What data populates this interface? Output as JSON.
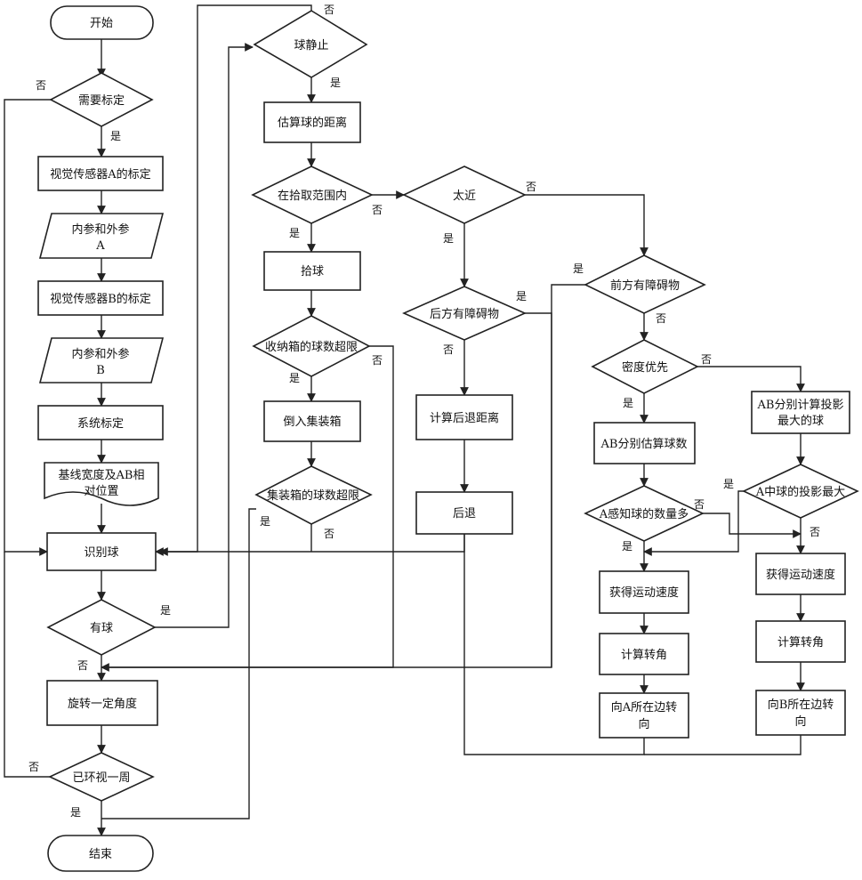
{
  "labels": {
    "yes": "是",
    "no": "否"
  },
  "nodes": {
    "start": "开始",
    "need_calibration": "需要标定",
    "calib_sensor_a": "视觉传感器A的标定",
    "params_a_line1": "内参和外参",
    "params_a_line2": "A",
    "calib_sensor_b": "视觉传感器B的标定",
    "params_b_line1": "内参和外参",
    "params_b_line2": "B",
    "system_calibration": "系统标定",
    "baseline_line1": "基线宽度及AB相",
    "baseline_line2": "对位置",
    "recognize_ball": "识别球",
    "has_ball": "有球",
    "rotate_angle": "旋转一定角度",
    "full_circle": "已环视一周",
    "end": "结束",
    "ball_static": "球静止",
    "estimate_distance": "估算球的距离",
    "in_pickup_range": "在拾取范围内",
    "pick_ball": "拾球",
    "storage_box_over": "收纳箱的球数超限",
    "pour_collection": "倒入集装箱",
    "collection_box_over": "集装箱的球数超限",
    "too_close": "太近",
    "rear_obstacle": "后方有障碍物",
    "calc_backoff": "计算后退距离",
    "back_off": "后退",
    "front_obstacle": "前方有障碍物",
    "density_priority": "密度优先",
    "ab_estimate_count": "AB分别估算球数",
    "a_sees_more": "A感知球的数量多",
    "get_speed_left": "获得运动速度",
    "calc_turn_left": "计算转角",
    "turn_a_line1": "向A所在边转",
    "turn_a_line2": "向",
    "ab_projection_line1": "AB分别计算投影",
    "ab_projection_line2": "最大的球",
    "a_projection_max": "A中球的投影最大",
    "get_speed_right": "获得运动速度",
    "calc_turn_right": "计算转角",
    "turn_b_line1": "向B所在边转",
    "turn_b_line2": "向"
  }
}
